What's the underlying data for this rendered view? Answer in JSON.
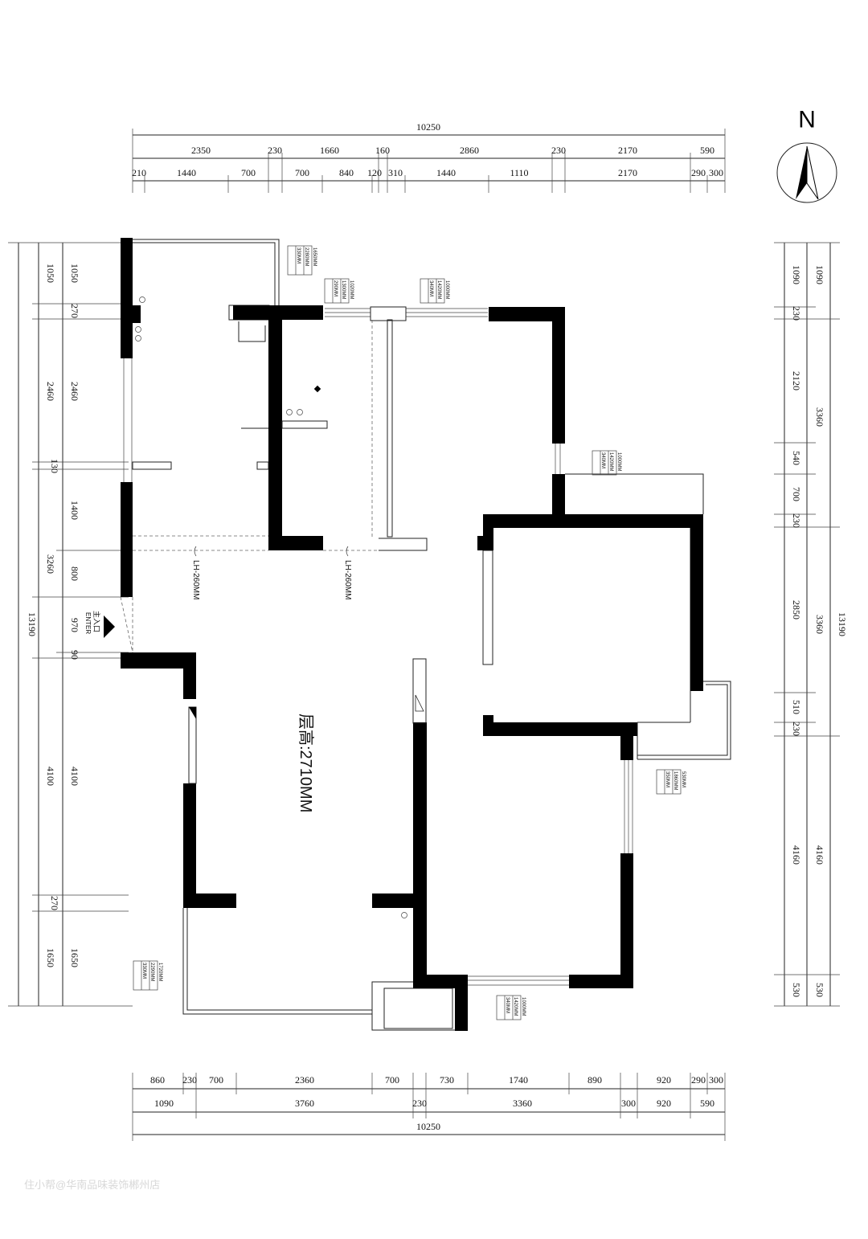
{
  "floor_height_label": "层高:2710MM",
  "entrance": {
    "cn": "主入口",
    "en": "ENTER"
  },
  "north_label": "N",
  "watermark": "住小帮@华南品味装饰郴州店",
  "beam_labels": [
    "LH-260MM",
    "LH-260MM"
  ],
  "top_dims": {
    "total": "10250",
    "row2": [
      "2350",
      "230",
      "1660",
      "160",
      "2860",
      "230",
      "2170",
      "590"
    ],
    "row3": [
      "210",
      "1440",
      "700",
      "700",
      "840",
      "120",
      "310",
      "1440",
      "1110",
      "2170",
      "290",
      "300"
    ]
  },
  "bottom_dims": {
    "row1": [
      "860",
      "230",
      "700",
      "2360",
      "700",
      "730",
      "1740",
      "890",
      "920",
      "290",
      "300"
    ],
    "row2": [
      "1090",
      "3760",
      "230",
      "3360",
      "300",
      "920",
      "590"
    ],
    "total": "10250"
  },
  "left_dims": {
    "total": "13190",
    "outer": [
      "1050",
      "2460",
      "3260",
      "4100",
      "1650"
    ],
    "inner": [
      "1050",
      "270",
      "2460",
      "130",
      "1400",
      "800",
      "970",
      "90",
      "4100",
      "270",
      "1650"
    ]
  },
  "right_dims": {
    "total": "13190",
    "outer": [
      "1090",
      "3360",
      "3360",
      "4160",
      "530"
    ],
    "inner": [
      "1090",
      "230",
      "2120",
      "540",
      "700",
      "230",
      "2850",
      "510",
      "230",
      "4160",
      "530"
    ]
  },
  "window_tags": [
    [
      "330MM",
      "2280MM",
      "1650MM"
    ],
    [
      "290MM",
      "1300MM",
      "1020MM"
    ],
    [
      "340MM",
      "1420MM",
      "1000MM"
    ],
    [
      "340MM",
      "1420MM",
      "1000MM"
    ],
    [
      "350MM",
      "1860MM",
      "530MM"
    ],
    [
      "330MM",
      "2290MM",
      "1720MM"
    ],
    [
      "340MM",
      "1420MM",
      "1000MM"
    ]
  ]
}
